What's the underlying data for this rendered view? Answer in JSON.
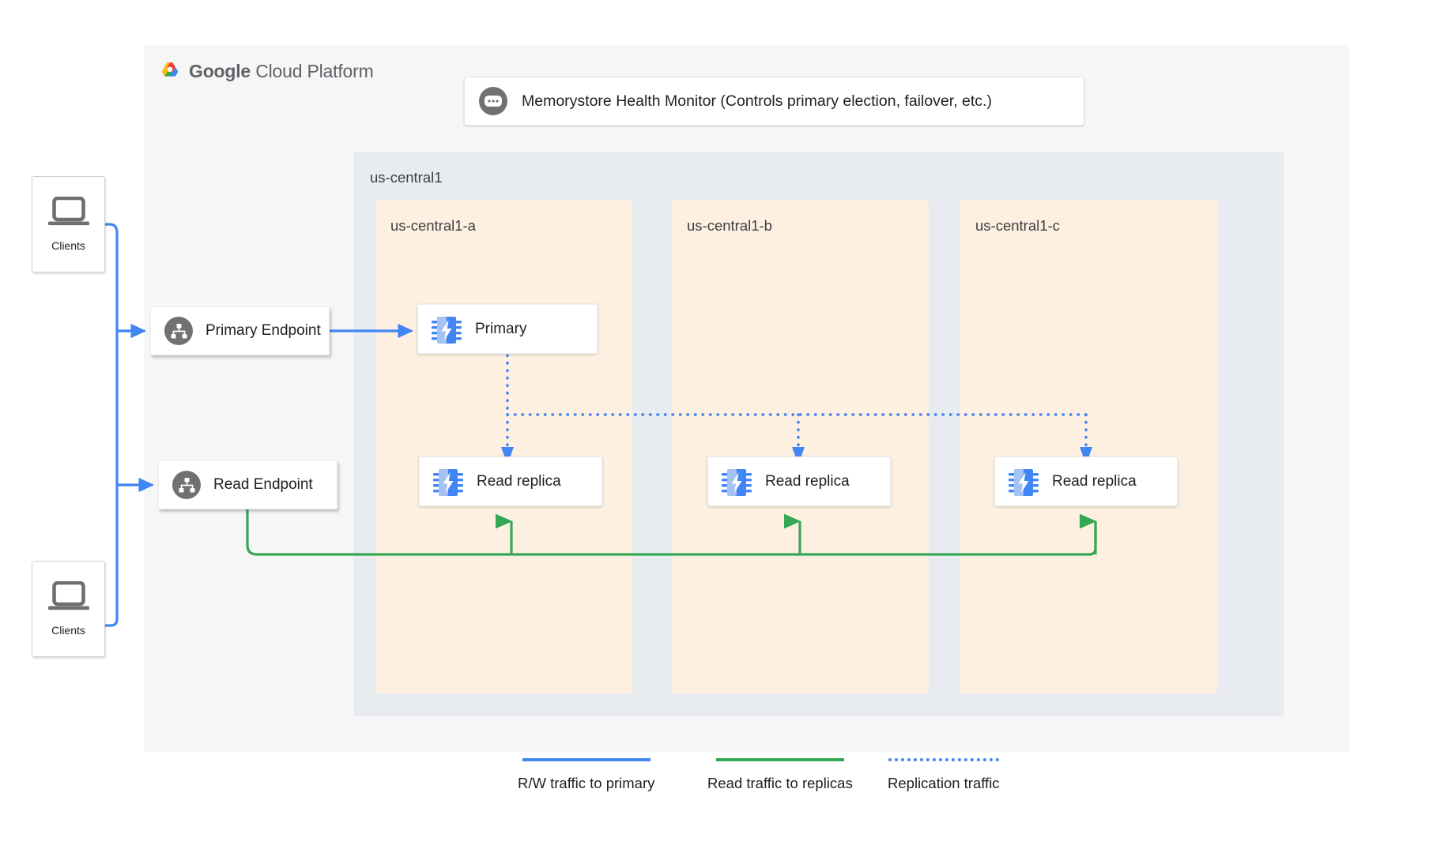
{
  "platform": {
    "logo_name": "google-cloud-platform-logo",
    "brand_bold": "Google",
    "brand_light": " Cloud Platform",
    "colors": {
      "logo_blue": "#4285f4",
      "logo_red": "#ea4335",
      "logo_yellow": "#fbbc05",
      "logo_green": "#34a853",
      "container_bg": "#f6f6f7",
      "region_bg": "#e8ebef",
      "zone_bg": "#fdf0e1",
      "traffic_primary": "#4285f4",
      "traffic_read": "#34a853",
      "traffic_replication": "#4285f4",
      "icon_gray": "#717171",
      "node_icon_blue": "#4285f4"
    }
  },
  "health_monitor": {
    "label": "Memorystore Health Monitor (Controls primary election, failover, etc.)",
    "icon": "status-dots-icon"
  },
  "region": {
    "label": "us-central1",
    "zones": [
      {
        "label": "us-central1-a",
        "node": {
          "label": "Primary",
          "icon": "memorystore-chip-icon"
        }
      },
      {
        "label": "us-central1-b",
        "node": {
          "label": "Read replica",
          "icon": "memorystore-chip-icon"
        }
      },
      {
        "label": "us-central1-c",
        "node": {
          "label": "Read replica",
          "icon": "memorystore-chip-icon"
        }
      }
    ],
    "replica_a": {
      "label": "Read replica",
      "icon": "memorystore-chip-icon"
    }
  },
  "endpoints": [
    {
      "label": "Primary Endpoint",
      "icon": "network-hierarchy-icon"
    },
    {
      "label": "Read Endpoint",
      "icon": "network-hierarchy-icon"
    }
  ],
  "clients": [
    {
      "label": "Clients",
      "icon": "laptop-icon"
    },
    {
      "label": "Clients",
      "icon": "laptop-icon"
    }
  ],
  "legend": [
    {
      "label": "R/W traffic to primary",
      "color": "#4285f4",
      "style": "solid"
    },
    {
      "label": "Read traffic to replicas",
      "color": "#34a853",
      "style": "solid"
    },
    {
      "label": "Replication traffic",
      "color": "#4285f4",
      "style": "dotted"
    }
  ]
}
